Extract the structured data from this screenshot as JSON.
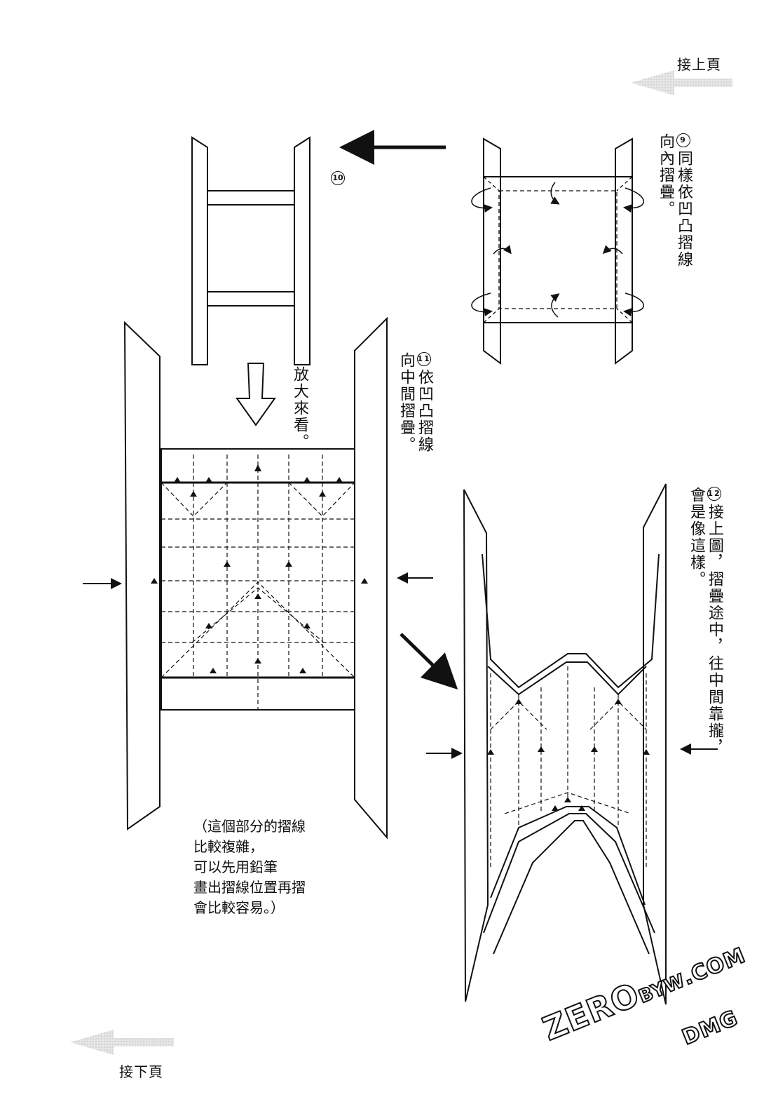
{
  "nav": {
    "prev_page": "接上頁",
    "next_page": "接下頁"
  },
  "steps": {
    "step9": {
      "number": "9",
      "text": "同樣依凹凸摺線\n向內摺疊。"
    },
    "step10": {
      "number": "10"
    },
    "step11": {
      "number": "11",
      "text": "依凹凸摺線\n向中間摺疊。"
    },
    "step12": {
      "number": "12",
      "text": "接上圖，摺疊途中，往中間靠攏，\n會是像這樣。"
    }
  },
  "labels": {
    "zoom": "放大來看。",
    "note": "（這個部分的摺線\n比較複雜，\n可以先用鉛筆\n畫出摺線位置再摺\n會比較容易。）"
  },
  "watermark": {
    "brand": "ZERO",
    "suffix": "BYW",
    "domain": ".COM",
    "dm": "DMG"
  },
  "colors": {
    "ink": "#111111",
    "gray_arrow": "#c8c8c8"
  }
}
